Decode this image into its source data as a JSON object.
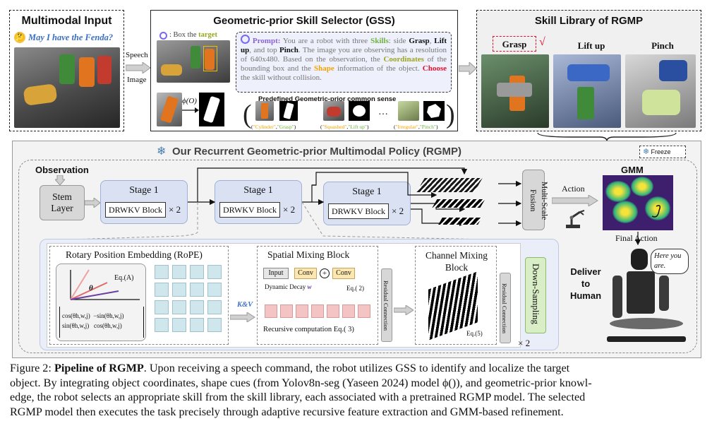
{
  "multimodal_input": {
    "title": "Multimodal Input",
    "query": "May I have the Fenda?",
    "speech_label": "Speech",
    "image_label": "Image"
  },
  "gss": {
    "title": "Geometric-prior Skill Selector (GSS)",
    "box_target_prefix": ": Box the ",
    "box_target_word": "target",
    "phi_label": "ϕ(O)",
    "prompt_label": "Prompt:",
    "prompt_text_1": " You are a robot with three ",
    "skills_word": "Skills",
    "prompt_text_2": ": side ",
    "grasp_word": "Grasp",
    "prompt_text_3": ",",
    "liftup_word": "Lift up",
    "prompt_text_4": ", and top ",
    "pinch_word": "Pinch",
    "prompt_text_5": ". The image you are observing has a resolution of 640x480. Based on the observation, the ",
    "coordinates_word": "Coordinates",
    "prompt_text_6": " of the bounding box and the ",
    "shape_word": "Shape",
    "prompt_text_7": " information of the object. ",
    "choose_word": "Choose",
    "prompt_text_8": " the skill without collision.",
    "common_sense_title": "Predefined Geometric-prior common sense",
    "tuples": [
      {
        "shape": "\"Cylinder\"",
        "skill": "\"Grasp\""
      },
      {
        "shape": "\"Squashed\"",
        "skill": "\"Lift up\""
      },
      {
        "shape": "\"Irregular\"",
        "skill": "\"Pinch\""
      }
    ],
    "ellipsis": "…"
  },
  "skill_library": {
    "title": "Skill Library of RGMP",
    "skills": [
      "Grasp",
      "Lift up",
      "Pinch"
    ],
    "check": "√"
  },
  "rgmp": {
    "title": "Our Recurrent Geometric-prior Multimodal Policy (RGMP)",
    "freeze": "Freeze",
    "observation": "Observation",
    "stem_layer": "Stem Layer",
    "stage_label": "Stage 1",
    "drwkv_block": "DRWKV Block",
    "times_two": "× 2",
    "multi_scale_fusion": "Multi-Scale Fusion",
    "action": "Action",
    "gmm": "GMM",
    "final_action": "Final Action",
    "here_you_are": "Here you are.",
    "deliver_to_human": "Deliver to Human",
    "rope_title": "Rotary Position Embedding (RoPE)",
    "eq_a": "Eq.(A)",
    "theta": "θ",
    "matrix_r1c1": "cos(θh,w,j)",
    "matrix_r1c2": "−sin(θh,w,j)",
    "matrix_r2c1": "sin(θh,w,j)",
    "matrix_r2c2": "cos(θh,w,j)",
    "kv_label": "K&V",
    "smb_title": "Spatial Mixing Block",
    "input": "Input",
    "conv": "Conv",
    "dynamic_decay": "Dynamic Decay",
    "w_label": "w",
    "eq_2": "Eq.( 2)",
    "recursive": "Recursive  computation  Eq.( 3)",
    "residual_connection": "Residual Connection",
    "cmb_title": "Channel Mixing Block",
    "eq_5": "Eq.(5)",
    "down_sampling": "Down-Sampling",
    "times_two_b": "× 2"
  },
  "caption": {
    "fig_label": "Figure 2: ",
    "bold_title": "Pipeline of RGMP",
    "text_1": ". Upon receiving a speech command, the robot utilizes GSS to identify and localize the target",
    "text_2": "object. By integrating object coordinates, shape cues (from Yolov8n-seg (Yaseen 2024) model ϕ()), and geometric-prior knowl-",
    "text_3": "edge, the robot selects an appropriate skill from the skill library, each associated with a pretrained RGMP model. The selected",
    "text_4": "RGMP model then executes the task precisely through adaptive recursive feature extraction and GMM-based refinement."
  },
  "colors": {
    "skills_green": "#6cb33f",
    "coordinates_olive": "#9aa51e",
    "shape_orange": "#f5a300",
    "choose_red": "#e0102a",
    "prompt_purple": "#8a63d2",
    "query_blue": "#3b6fc4",
    "stage_blue": "#d9e1f3"
  }
}
